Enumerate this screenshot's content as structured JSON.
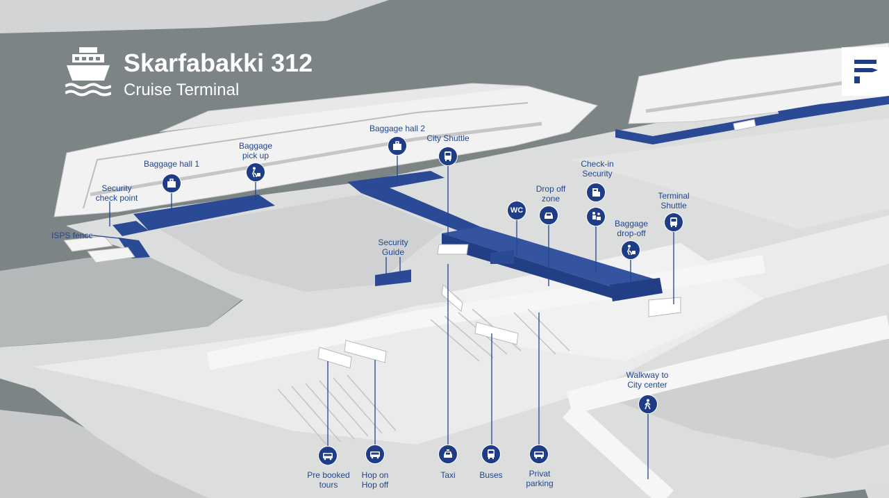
{
  "header": {
    "title": "Skarfabakki 312",
    "subtitle": "Cruise Terminal"
  },
  "colors": {
    "accent": "#1f3d86",
    "label": "#1f4590",
    "water": "#7d8486",
    "land": "#d6d7d8",
    "ground": "#e6e6e6"
  },
  "icons": {
    "ship": "cruise-ship-icon",
    "logo": "faxafloi-logo-icon",
    "luggage": "luggage-icon",
    "shuttle": "shuttle-bus-icon",
    "car": "car-icon",
    "person": "walking-person-icon"
  },
  "labels": {
    "baggage_hall_1": "Baggage hall 1",
    "baggage_pickup_1": "Baggage",
    "baggage_pickup_2": "pick up",
    "baggage_hall_2": "Baggage hall 2",
    "city_shuttle": "City Shuttle",
    "checkin_1": "Check-in",
    "checkin_2": "Security",
    "dropoff_1": "Drop off",
    "dropoff_2": "zone",
    "wc": "WC",
    "terminal_shuttle_1": "Terminal",
    "terminal_shuttle_2": "Shuttle",
    "baggage_dropoff_1": "Baggage",
    "baggage_dropoff_2": "drop-off",
    "security_check_1": "Security",
    "security_check_2": "check point",
    "isps_fence": "ISPS fence",
    "security_1": "Security",
    "security_2": "Guide",
    "walkway_1": "Walkway to",
    "walkway_2": "City center",
    "prebooked_1": "Pre booked",
    "prebooked_2": "tours",
    "hopon_1": "Hop on",
    "hopon_2": "Hop off",
    "taxi": "Taxi",
    "buses": "Buses",
    "privat_1": "Privat",
    "privat_2": "parking"
  }
}
